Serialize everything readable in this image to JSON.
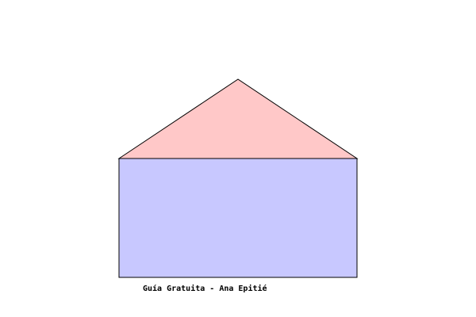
{
  "diagram": {
    "shapes": [
      {
        "kind": "triangle",
        "fill": "#ffc8c8",
        "stroke": "#000000"
      },
      {
        "kind": "rectangle",
        "fill": "#c8c8ff",
        "stroke": "#000000"
      }
    ],
    "caption": "Guía Gratuita - Ana Epitié"
  }
}
